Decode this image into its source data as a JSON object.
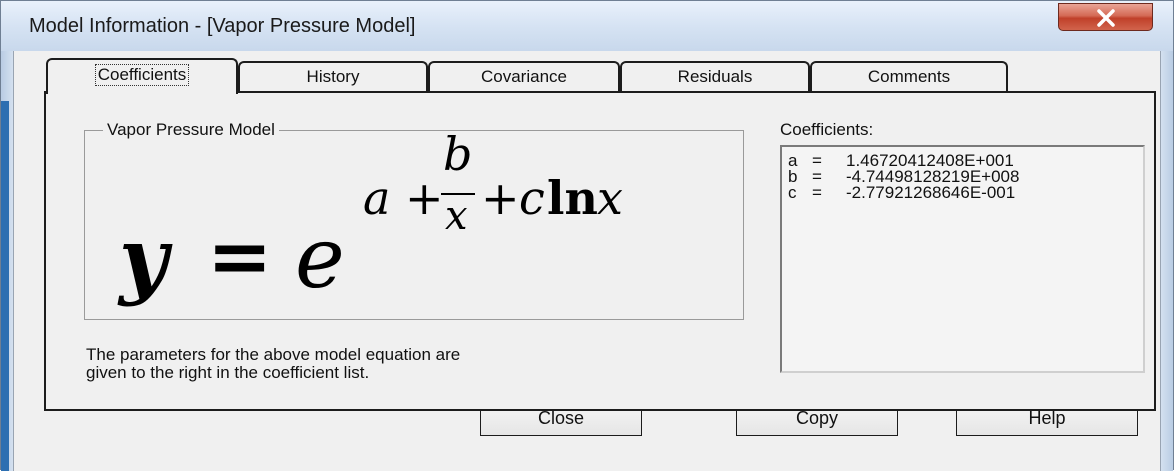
{
  "window": {
    "title": "Model Information - [Vapor Pressure Model]"
  },
  "tabs": [
    {
      "label": "Coefficients",
      "active": true
    },
    {
      "label": "History",
      "active": false
    },
    {
      "label": "Covariance",
      "active": false
    },
    {
      "label": "Residuals",
      "active": false
    },
    {
      "label": "Comments",
      "active": false
    }
  ],
  "model": {
    "group_label": "Vapor Pressure Model",
    "equation": {
      "lhs": "y",
      "equals": "=",
      "base": "e",
      "exp_a": "a",
      "exp_plus1": "+",
      "frac_num": "b",
      "frac_den": "x",
      "exp_plus2": "+",
      "exp_c": "c",
      "exp_ln": "ln",
      "exp_x": "x"
    },
    "description_line1": "The parameters for the above model equation are",
    "description_line2": "given to the right in the coefficient list."
  },
  "coefficients": {
    "label": "Coefficients:",
    "items": [
      {
        "name": "a",
        "eq": "=",
        "value": "1.46720412408E+001"
      },
      {
        "name": "b",
        "eq": "=",
        "value": "-4.74498128219E+008"
      },
      {
        "name": "c",
        "eq": "=",
        "value": "-2.77921268646E-001"
      }
    ]
  },
  "buttons": {
    "close": "Close",
    "copy": "Copy",
    "help": "Help"
  },
  "colors": {
    "close_button": "#c0402a",
    "window_frame": "#d9e4f1",
    "frame_accent": "#2d6fb1"
  }
}
